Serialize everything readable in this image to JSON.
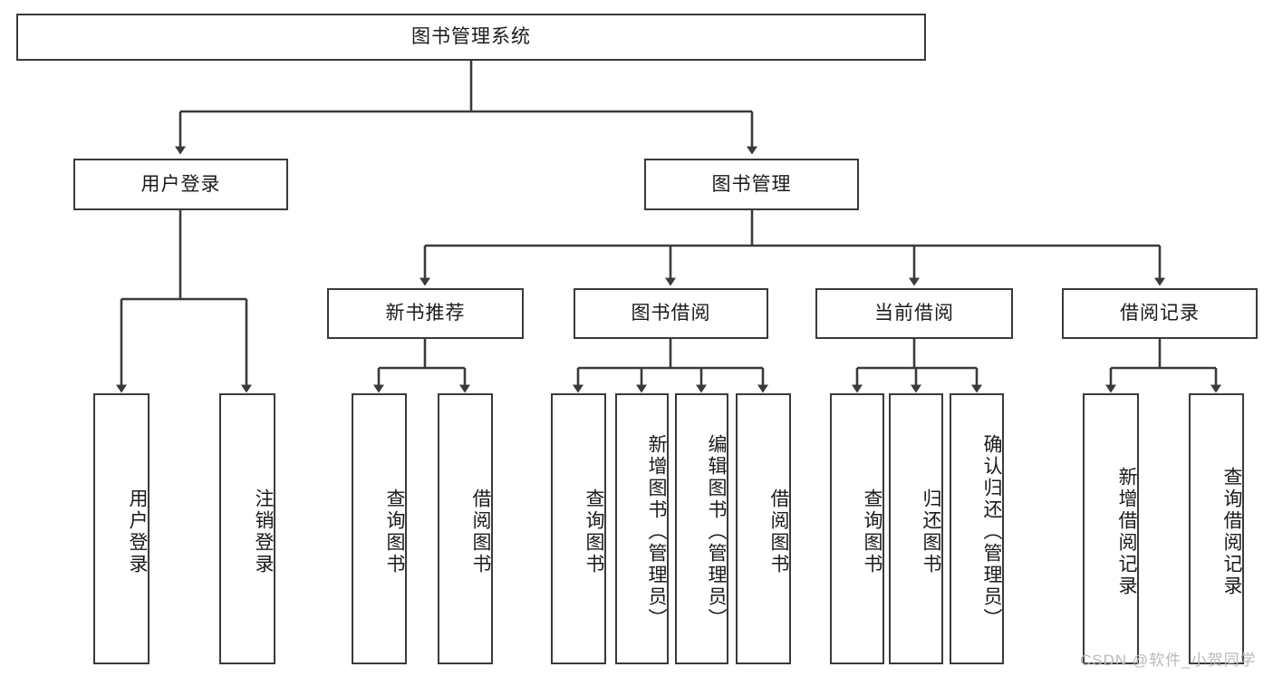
{
  "diagram": {
    "title": "图书管理系统",
    "type": "功能结构图",
    "line_color": "#3a3a3a",
    "box_fill": "#ffffff",
    "text_color": "#1a1a1a",
    "watermark": "CSDN @软件_小贺同学",
    "watermark_color": "#b9b9b9"
  },
  "root": {
    "label": "图书管理系统"
  },
  "level2": [
    {
      "id": "user-login",
      "label": "用户登录"
    },
    {
      "id": "book-management",
      "label": "图书管理"
    }
  ],
  "level3": [
    {
      "id": "new-book-recommend",
      "label": "新书推荐"
    },
    {
      "id": "book-borrow",
      "label": "图书借阅"
    },
    {
      "id": "current-borrow",
      "label": "当前借阅"
    },
    {
      "id": "borrow-record",
      "label": "借阅记录"
    }
  ],
  "leaves": {
    "user_login": [
      {
        "id": "leaf-user-login",
        "label": "用户登录"
      },
      {
        "id": "leaf-logout-login",
        "label": "注销登录"
      }
    ],
    "new_book_recommend": [
      {
        "id": "leaf-query-book-1",
        "label": "查询图书"
      },
      {
        "id": "leaf-borrow-book-1",
        "label": "借阅图书"
      }
    ],
    "book_borrow": [
      {
        "id": "leaf-query-book-2",
        "label": "查询图书"
      },
      {
        "id": "leaf-add-book",
        "label": "新增图书（管理员）"
      },
      {
        "id": "leaf-edit-book",
        "label": "编辑图书（管理员）"
      },
      {
        "id": "leaf-borrow-book-2",
        "label": "借阅图书"
      }
    ],
    "current_borrow": [
      {
        "id": "leaf-query-book-3",
        "label": "查询图书"
      },
      {
        "id": "leaf-return-book",
        "label": "归还图书"
      },
      {
        "id": "leaf-confirm-return",
        "label": "确认归还（管理员）"
      }
    ],
    "borrow_record": [
      {
        "id": "leaf-add-borrow-record",
        "label": "新增借阅记录"
      },
      {
        "id": "leaf-query-borrow-record",
        "label": "查询借阅记录"
      }
    ]
  },
  "chart_data": {
    "type": "diagram",
    "subtype": "tree",
    "title": "图书管理系统",
    "orientation": "top-down",
    "levels": 4,
    "node_count": 18,
    "tree": {
      "label": "图书管理系统",
      "children": [
        {
          "label": "用户登录",
          "children": [
            {
              "label": "用户登录",
              "children": []
            },
            {
              "label": "注销登录",
              "children": []
            }
          ]
        },
        {
          "label": "图书管理",
          "children": [
            {
              "label": "新书推荐",
              "children": [
                {
                  "label": "查询图书",
                  "children": []
                },
                {
                  "label": "借阅图书",
                  "children": []
                }
              ]
            },
            {
              "label": "图书借阅",
              "children": [
                {
                  "label": "查询图书",
                  "children": []
                },
                {
                  "label": "新增图书（管理员）",
                  "children": []
                },
                {
                  "label": "编辑图书（管理员）",
                  "children": []
                },
                {
                  "label": "借阅图书",
                  "children": []
                }
              ]
            },
            {
              "label": "当前借阅",
              "children": [
                {
                  "label": "查询图书",
                  "children": []
                },
                {
                  "label": "归还图书",
                  "children": []
                },
                {
                  "label": "确认归还（管理员）",
                  "children": []
                }
              ]
            },
            {
              "label": "借阅记录",
              "children": [
                {
                  "label": "新增借阅记录",
                  "children": []
                },
                {
                  "label": "查询借阅记录",
                  "children": []
                }
              ]
            }
          ]
        }
      ]
    }
  }
}
